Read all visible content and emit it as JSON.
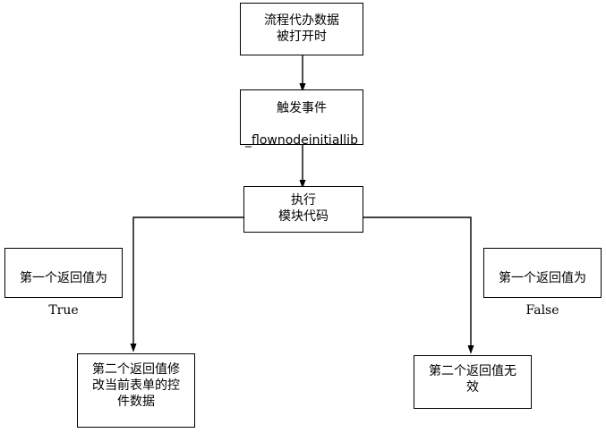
{
  "diagram": {
    "title_text": "",
    "line_color": "#000000",
    "box_border_color": "#000000",
    "background_color": "#ffffff",
    "nodes": [
      {
        "id": "trigger-condition",
        "name": "node-trigger-condition",
        "text": "流程代办数据\n被打开时"
      },
      {
        "id": "fire-event",
        "name": "node-fire-event",
        "text_line1": "触发事件",
        "text_line2": "_flownodeinitiallib"
      },
      {
        "id": "run-module-code",
        "name": "node-run-module-code",
        "text": "执行\n模块代码"
      },
      {
        "id": "first-return-true",
        "name": "node-first-return-true",
        "text_line1": "第一个返回值为",
        "text_line2": "True"
      },
      {
        "id": "first-return-false",
        "name": "node-first-return-false",
        "text_line1": "第一个返回值为",
        "text_line2": "False"
      },
      {
        "id": "second-return-modifies",
        "name": "node-second-return-modifies",
        "text": "第二个返回值修\n改当前表单的控\n件数据"
      },
      {
        "id": "second-return-invalid",
        "name": "node-second-return-invalid",
        "text": "第二个返回值无\n效"
      }
    ],
    "edges": [
      {
        "id": "e1",
        "from": "trigger-condition",
        "to": "fire-event",
        "label": ""
      },
      {
        "id": "e2",
        "from": "fire-event",
        "to": "run-module-code",
        "label": ""
      },
      {
        "id": "e3",
        "from": "run-module-code",
        "to": "second-return-modifies",
        "label": ""
      },
      {
        "id": "e4",
        "from": "run-module-code",
        "to": "second-return-invalid",
        "label": ""
      }
    ]
  }
}
